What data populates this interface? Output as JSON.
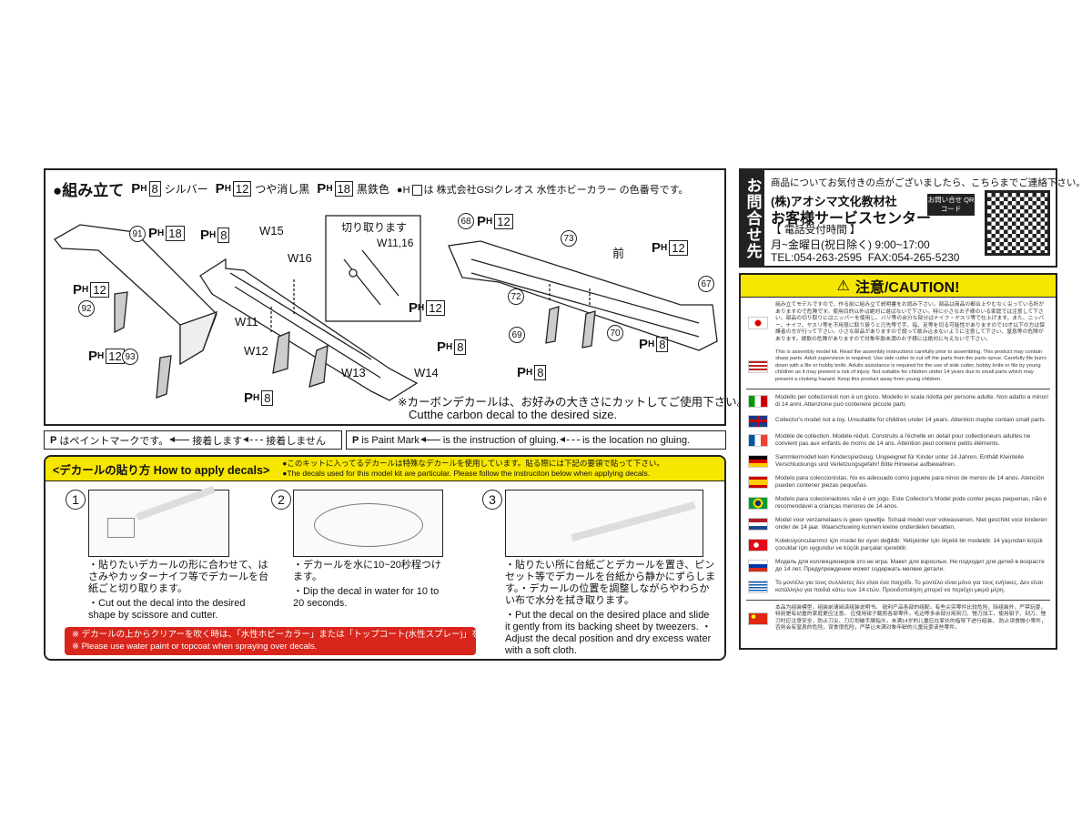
{
  "assembly": {
    "title": "●組み立て",
    "paint_legend": [
      {
        "num": "8",
        "name": "シルバー"
      },
      {
        "num": "12",
        "name": "つや消し黒"
      },
      {
        "num": "18",
        "name": "黒鉄色"
      }
    ],
    "color_note_prefix": "●H",
    "color_note_text": "は 株式会社GSIクレオス 水性ホビーカラー の色番号です。",
    "paint_prefix": "P",
    "paint_sub": "H",
    "parts": {
      "p91": "91",
      "p92": "92",
      "p93": "93",
      "p68": "68",
      "p73": "73",
      "p72": "72",
      "p67": "67",
      "p69": "69",
      "p70": "70"
    },
    "labels": {
      "w15": "W15",
      "w16": "W16",
      "w11": "W11",
      "w12": "W12",
      "w13": "W13",
      "w14": "W14",
      "front": "前"
    },
    "inset": {
      "title": "切り取ります",
      "label": "W11,16"
    },
    "marks": {
      "m91": "18",
      "m92": "12",
      "m93": "12",
      "mw15": "8",
      "mw_right": "12",
      "mw14": "8",
      "mw_bottom": "8",
      "m68": "12",
      "m67": "12",
      "m67b": "8",
      "m69": "8"
    },
    "carbon_note_jp": "※カーボンデカールは、お好みの大きさにカットしてご使用下さい。",
    "carbon_note_en": "Cutthe carbon decal to the desired size."
  },
  "legend": {
    "jp": {
      "p": "P",
      "text1": "はペイントマークです。",
      "glue": "接着します",
      "noglue": "接着しません"
    },
    "en": {
      "p": "P",
      "text1": "is Paint Mark",
      "glue": "is the instruction of gluing.",
      "noglue": "is the location no gluing."
    }
  },
  "decals": {
    "title": "<デカールの貼り方 How to apply decals>",
    "note_jp": "●このキットに入ってるデカールは特殊なデカールを使用しています。貼る際には下記の要領で貼って下さい。",
    "note_en": "●The decals used for this model kit are particular. Please follow the instruciton below when applying decals.",
    "steps": [
      {
        "num": "1",
        "jp": "・貼りたいデカールの形に合わせて、はさみやカッターナイフ等でデカールを台紙ごと切り取ります。",
        "en": "・Cut out the decal into the desired shape by scissore and cutter."
      },
      {
        "num": "2",
        "jp": "・デカールを水に10~20秒程つけます。",
        "en": "・Dip the decal in water for 10 to 20 seconds."
      },
      {
        "num": "3",
        "jp": "・貼りたい所に台紙ごとデカールを置き、ピンセット等でデカールを台紙から静かにずらします。・デカールの位置を調整しながらやわらかい布で水分を拭き取ります。",
        "en": "・Put the decal on the desired place and slide it gently from its backing sheet by tweezers. ・Adjust the decal position and dry excess water with a soft cloth."
      }
    ],
    "warning_jp": "※ デカールの上からクリアーを吹く時は、「水性ホビーカラー」または「トップコート(水性スプレー)」をご使用下さい。",
    "warning_en": "※ Please use water paint or topcoat when spraying over decals."
  },
  "contact": {
    "side_label": "お問合せ先",
    "intro": "商品についてお気付きの点がございましたら、こちらまでご連絡下さい。",
    "company": "(株)アオシマ文化教材社",
    "center": "お客様サービスセンター",
    "hours_label": "【 電話受付時間 】",
    "hours": "月~金曜日(祝日除く) 9:00~17:00",
    "tel_fax": "TEL:054-263-2595  FAX:054-265-5230",
    "qr_label": "お問い合せ QRコード"
  },
  "caution": {
    "title": "注意/CAUTION!",
    "items": [
      {
        "flag": "jp",
        "text": "組み立てモデルですので、作る前に組み立て説明書をお読み下さい。部品は商品の都合上やむなく尖っている所がありますので危険です。使用目的以外は絶対に遊ばないで下さい。特に小さなお子様のいる家庭では注意して下さい。部品の切り取りにはニッパーを使用し、バリ等の余分な部分はナイフ・ヤスリ等で仕上げます。また、ニッパー、ナイフ、ヤスリ等を不用意に取り扱うと刃先等で手、指、足等を切る可能性がありますので10才以下の方は保護者の方が行って下さい。小さな部品がありますので誤って飲み込まないように注意して下さい。窒息等の危険があります。誤飲の危険がありますので対象年齢未満のお子様には絶対に与えないで下さい。"
      },
      {
        "flag": "us",
        "text": "This is assembly model kit. Read the assembly instructions carefully prior to assembling. This product may contain sharp parts. Adult supervision is required. Use side cutter to cut off the parts from the parts sprue. Carefully file burrs down with a file or hobby knife. Adults assistance is required for the use of side cutter, hobby knife or file by young children as it may present a risk of injury. Not suitable for children under 14 years due to small parts which may present a choking hazard. Keep this product away from young children."
      },
      {
        "flag": "it",
        "text": "Modello per collezionisti non è un gioco. Modello in scala ridotta per persone adulte. Non adatto a minori di 14 anni. Attenzione può contenere piccole parti."
      },
      {
        "flag": "gb",
        "text": "Collector's model not a toy. Unsuitable for children under 14 years. Attention maybe contain small parts."
      },
      {
        "flag": "fr",
        "text": "Modèle de collection. Modèle réduit. Construits a l'échelle en detail pour collectioneurs adultes ne convient pas aux enfants de moms de 14 ans. Attention peut contenir petits éléments."
      },
      {
        "flag": "de",
        "text": "Sammlermodell kein Kinderspielzeug. Ungeeignet für Kinder unter 14 Jahren. Enthält Kleinteile Verschluckungs und Verletzungsgefahr! Bitte Hinweise aufbewahren."
      },
      {
        "flag": "es",
        "text": "Modelo para coleccionistas. No es adecuado como juguete para ninos de menos de 14 anos. Atención pueden contener piezas pequeñas."
      },
      {
        "flag": "br",
        "text": "Modelo para colecionadores não é um jogo. Este Collector's Model pode conter peças pequenas, não é recomendável a crianças menores de 14 anos."
      },
      {
        "flag": "nl",
        "text": "Model voor verzamelaars is geen speeltje. Schaal model voor volwassenen. Niet geschikt voor kinderen onder de 14 jaar. Waarschuwing kunnen kleine onderdelen bevatten."
      },
      {
        "flag": "tr",
        "text": "Koleksiyoncularımız için model bir oyun değildir. Yetişkinler için ölçekli bir modeldir. 14 yaşından küçük çocuklar için uygundur ve küçük parçalar içerebilir."
      },
      {
        "flag": "ru",
        "text": "Модель для коллекционеров это не игра. Макет для взрослых. Не подходит для детей в возрасте до 14 лет. Предупреждение может содержать мелкие детали."
      },
      {
        "flag": "gr",
        "text": "Το μοντέλο για τους συλλέκτες δεν είναι ένα παιχνίδι. Το μοντέλο είναι μόνο για τους ενήλικες. Δεν είναι κατάλληλο για παιδιά κάτω των 14 ετών. Προειδοποίηση μπορεί να περιέχει μικρά μέρη."
      },
      {
        "flag": "cn",
        "text": "本品为组装模型，组装前请阅读组装说明书。 锐利产品各部的组配，有些尖突零件比较危险，除组装外，严禁玩耍，特别是有幼童的家庭更应注意。 应使用钳子截剪各部零件，毛边等多余部分用刻刀、锉刀加工，使用钳子、刻刀、锉刀时应注意安全，防止刀尖、刀刃划破手脚指头，未满14岁的儿童应在家长的指导下进行组装。 防止误食微小零件，否则会有窒息的危险，误食很危险，严禁让未满对象年龄的儿童玩耍该些零件。"
      }
    ]
  },
  "colors": {
    "yellow": "#f7e600",
    "red": "#d9261c",
    "black": "#222222"
  }
}
